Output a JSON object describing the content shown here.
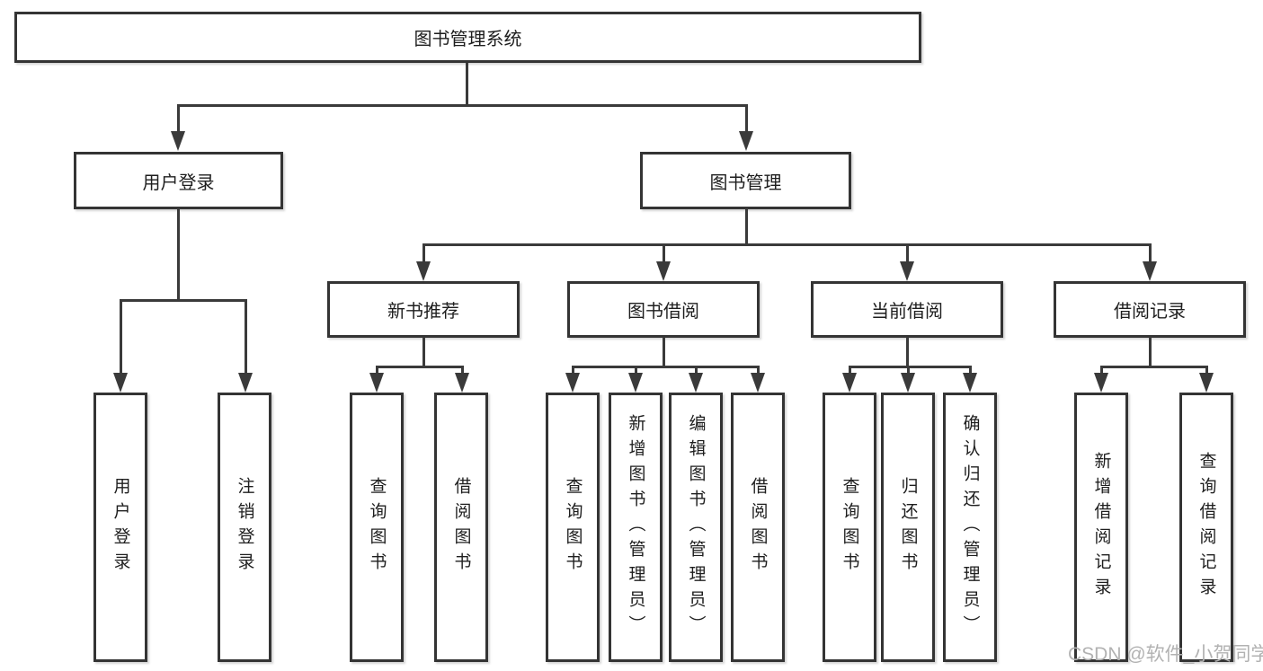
{
  "diagram": {
    "type": "hierarchy-tree",
    "title": "图书管理系统",
    "watermark": "CSDN @软件_小贺同学",
    "colors": {
      "line": "#3a3a3a",
      "box_border": "#343434",
      "text": "#1e1e1e",
      "watermark": "#b2b2b2",
      "background": "#ffffff"
    },
    "tree": {
      "label": "图书管理系统",
      "children": [
        {
          "label": "用户登录",
          "children": [
            {
              "label": "用户登录"
            },
            {
              "label": "注销登录"
            }
          ]
        },
        {
          "label": "图书管理",
          "children": [
            {
              "label": "新书推荐",
              "children": [
                {
                  "label": "查询图书"
                },
                {
                  "label": "借阅图书"
                }
              ]
            },
            {
              "label": "图书借阅",
              "children": [
                {
                  "label": "查询图书"
                },
                {
                  "label": "新增图书（管理员）"
                },
                {
                  "label": "编辑图书（管理员）"
                },
                {
                  "label": "借阅图书"
                }
              ]
            },
            {
              "label": "当前借阅",
              "children": [
                {
                  "label": "查询图书"
                },
                {
                  "label": "归还图书"
                },
                {
                  "label": "确认归还（管理员）"
                }
              ]
            },
            {
              "label": "借阅记录",
              "children": [
                {
                  "label": "新增借阅记录"
                },
                {
                  "label": "查询借阅记录"
                }
              ]
            }
          ]
        }
      ]
    }
  }
}
